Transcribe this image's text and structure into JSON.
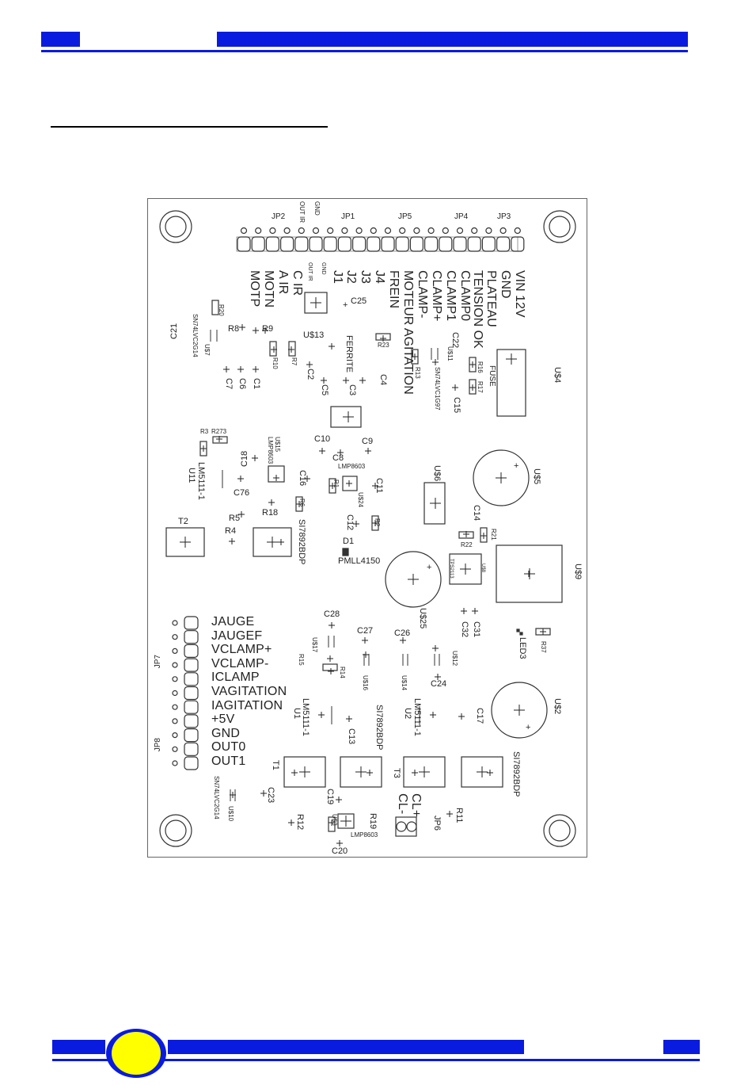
{
  "header": {
    "accent": "#0a1be0"
  },
  "footer": {
    "accent": "#0a1be0",
    "logo_color": "#ffff00"
  },
  "board": {
    "top_small_labels": [
      "OUT IR",
      "GND"
    ],
    "connector_names": {
      "jp2": "JP2",
      "jp1": "JP1",
      "jp5": "JP5",
      "jp4": "JP4",
      "jp3": "JP3",
      "jp6": "JP6",
      "jp7": "JP7",
      "jp8": "JP8"
    },
    "top_signals": [
      "VIN 12V",
      "GND",
      "PLATEAU",
      "TENSION OK",
      "CLAMP0",
      "CLAMP1",
      "CLAMP+",
      "CLAMP-",
      "MOTEUR AGITATION",
      "FREIN",
      "J4",
      "J3",
      "J2",
      "J1",
      "GND",
      "OUT IR",
      "C IR",
      "A IR",
      "MOTN",
      "MOTP"
    ],
    "left_signals": [
      "JAUGE",
      "JAUGEF",
      "VCLAMP+",
      "VCLAMP-",
      "ICLAMP",
      "VAGITATION",
      "IAGITATION",
      "+5V",
      "GND",
      "OUT0",
      "OUT1"
    ],
    "components": {
      "c25": "C25",
      "r20": "R20",
      "u57": "U$7",
      "c21": "C21",
      "sn74_1": "SN74LVC2G14",
      "r8": "R8",
      "r9": "R9",
      "r10": "R10",
      "r7": "R7",
      "u13": "U$13",
      "ferrite": "FERRITE",
      "c7": "C7",
      "c6": "C6",
      "c1": "C1",
      "c2": "C2",
      "c5": "C5",
      "c3": "C3",
      "c4": "C4",
      "r23": "R23",
      "r13": "R13",
      "u11s": "U$11",
      "c22": "C22",
      "sn74g97": "SN74LVC1G97",
      "c15": "C15",
      "r16": "R16",
      "r17": "R17",
      "fuse": "FUSE",
      "u4": "U$4",
      "r3": "R3",
      "r273": "R273",
      "u15": "U$15",
      "lmp8603_1": "LMP8603",
      "c18": "C18",
      "c10": "C10",
      "c9": "C9",
      "c8": "C8",
      "lmp8603_2": "LMP8603",
      "u11": "U11",
      "lm5111_1": "LM5111-1",
      "c76": "C76",
      "c16": "C16",
      "r1": "R1",
      "c11": "C11",
      "u24": "U$24",
      "u6": "U$6",
      "u5": "U$5",
      "r6": "R6",
      "r18": "R18",
      "r5": "R5",
      "r4": "R4",
      "t2": "T2",
      "si7892_1": "SI7892BDP",
      "c12": "C12",
      "r2": "R2",
      "c14": "C14",
      "r21": "R21",
      "r22": "R22",
      "d1": "D1",
      "pmll": "PMLL4150",
      "ina": "TPS2113",
      "u8": "U$8",
      "u9": "U$9",
      "u25": "U$25",
      "c28": "C28",
      "c27": "C27",
      "c26": "C26",
      "c32": "C32",
      "c31": "C31",
      "r37": "R37",
      "led3": "LED3",
      "u17": "U$17",
      "r15": "R15",
      "r14": "R14",
      "u16": "U$16",
      "u14": "U$14",
      "u12": "U$12",
      "c24": "C24",
      "u1": "U1",
      "lm5111_2": "LM5111-1",
      "c13": "C13",
      "si7892_2": "SI7892BDP",
      "u2": "U2",
      "lm5111_3": "LM5111-1",
      "c17": "C17",
      "u2b": "U$2",
      "t1": "T1",
      "t3": "T3",
      "si7892_3": "SI7892BDP",
      "c23": "C23",
      "sn74_2": "SN74LVC2G14",
      "u10": "U$10",
      "c19": "C19",
      "r12": "R12",
      "r19": "R19",
      "u3": "U$3",
      "lmp8603_3": "LMP8603",
      "c20": "C20",
      "clplus": "CL+",
      "clminus": "CL-",
      "r11": "R11"
    }
  }
}
